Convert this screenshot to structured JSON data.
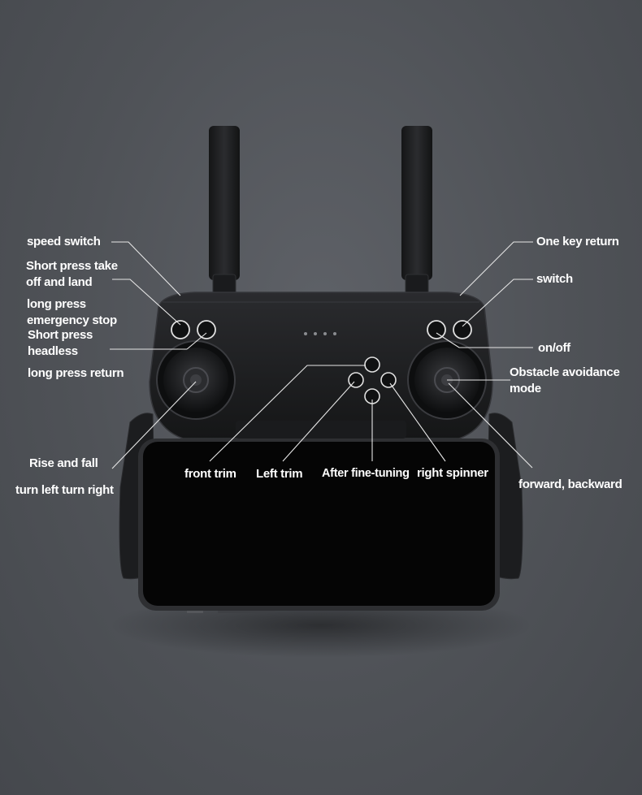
{
  "labels": {
    "speed_switch": "speed switch",
    "takeoff_land": "Short press take off and land",
    "emergency_stop": "long press emergency stop",
    "headless": "Short press headless",
    "long_press_return": "long press return",
    "rise_fall": "Rise and fall",
    "turn": "turn left turn right",
    "front_trim": "front trim",
    "left_trim": "Left trim",
    "after_fine_tuning": "After fine-tuning",
    "right_spinner": "right spinner",
    "one_key_return": "One key return",
    "switch": "switch",
    "on_off": "on/off",
    "obstacle_avoidance": "Obstacle avoidance mode",
    "forward_backward": "forward, backward"
  },
  "colors": {
    "background": "#54575c",
    "controller_body": "#1e1f21",
    "leader_lines": "#e6e6e6",
    "text": "#ffffff"
  }
}
